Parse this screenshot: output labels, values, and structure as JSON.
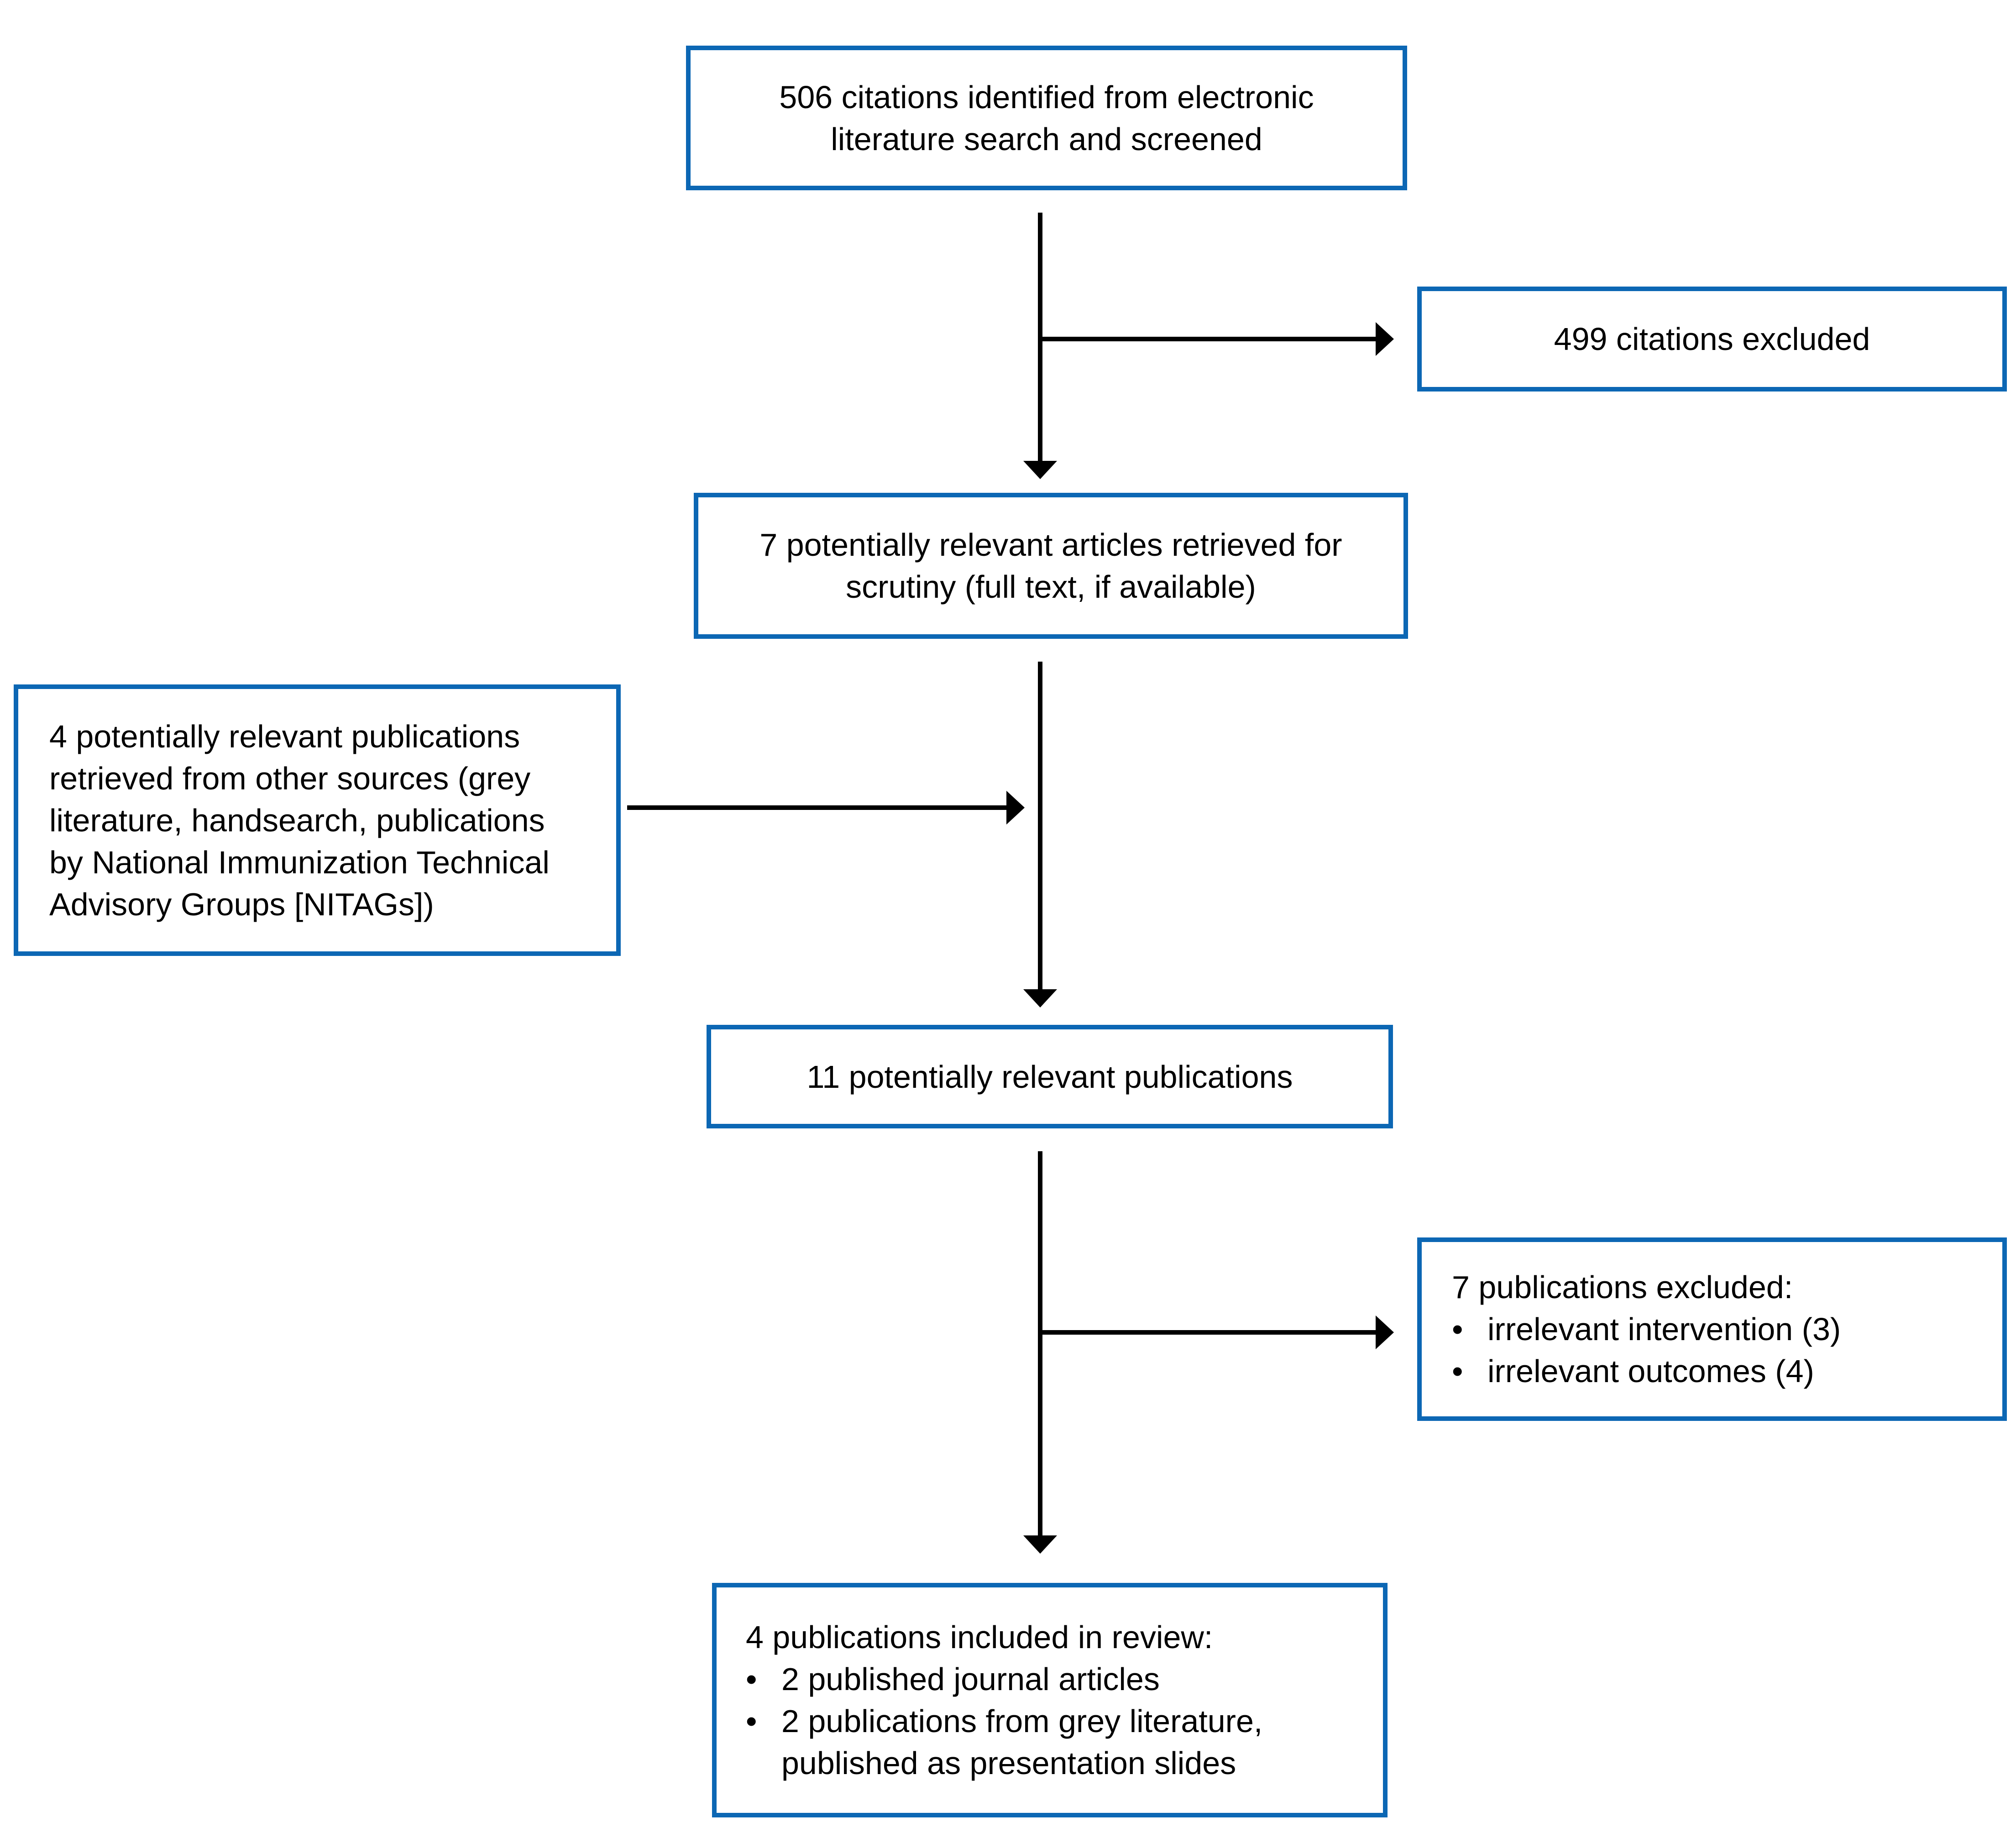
{
  "diagram": {
    "background_color": "#ffffff",
    "box_border_color": "#0c67b4",
    "arrow_color": "#000000",
    "bullet_char": "•",
    "boxes": {
      "identified": "506 citations identified from electronic\nliterature search and screened",
      "excluded_citations": "499 citations excluded",
      "retrieved_for_scrutiny": "7 potentially relevant articles retrieved for\nscrutiny (full text, if available)",
      "other_sources": "4 potentially relevant publications\nretrieved from other sources (grey\nliterature, handsearch, publications\nby National Immunization Technical\nAdvisory Groups [NITAGs])",
      "potentially_relevant": "11 potentially relevant publications",
      "excluded_publications": {
        "intro": "7 publications excluded:",
        "bullets": [
          "irrelevant intervention (3)",
          "irrelevant outcomes (4)"
        ]
      },
      "included": {
        "intro": "4 publications included in review:",
        "bullets": [
          "2 published journal articles",
          "2 publications from grey literature,\npublished as presentation slides"
        ]
      }
    }
  }
}
